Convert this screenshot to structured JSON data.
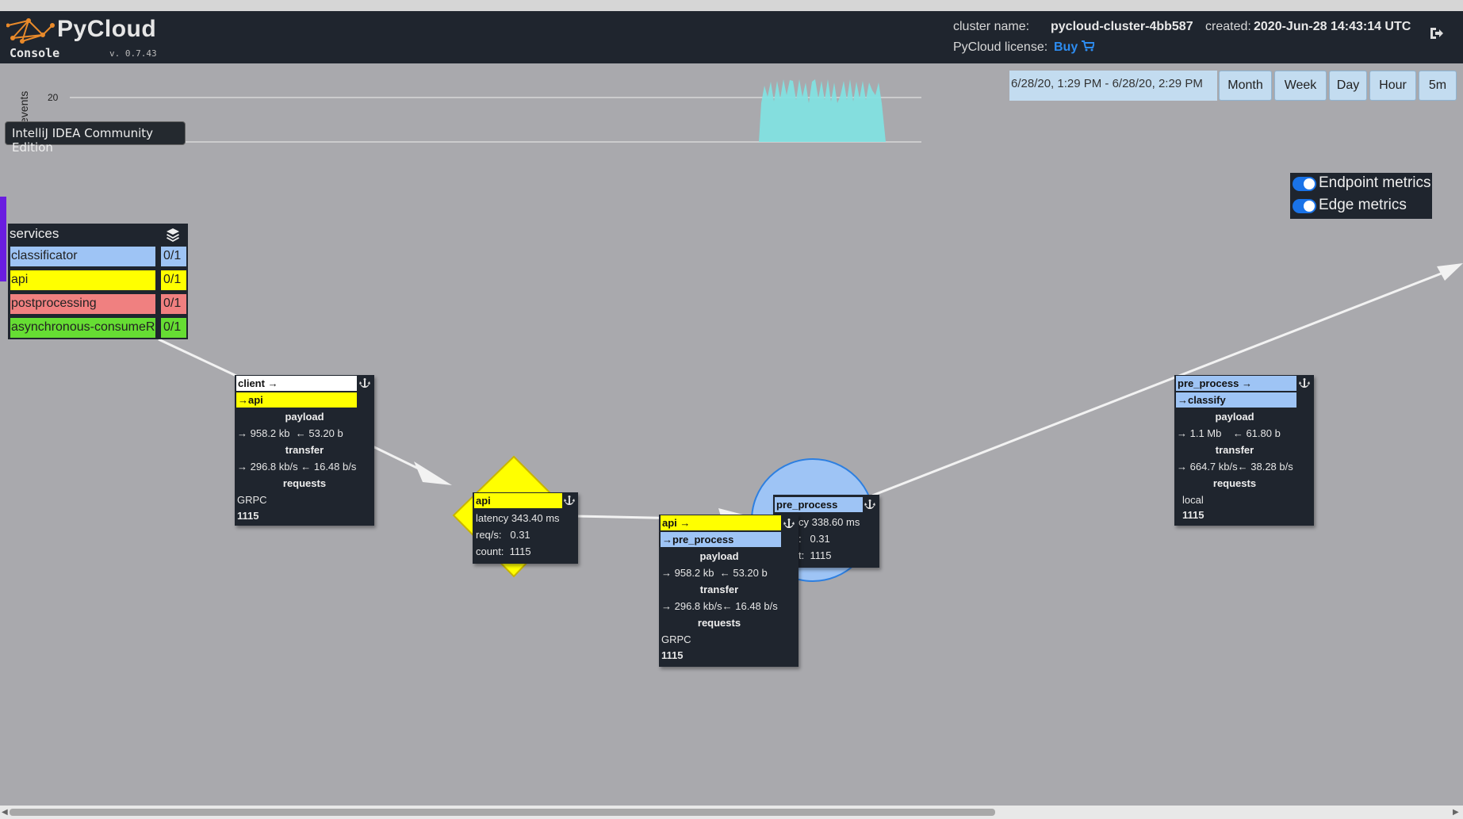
{
  "header": {
    "app_name": "PyCloud",
    "subtitle": "Console",
    "version": "v. 0.7.43",
    "cluster_label": "cluster name:",
    "cluster_name": "pycloud-cluster-4bb587",
    "created_label": "created:",
    "created_value": "2020-Jun-28 14:43:14 UTC",
    "license_label": "PyCloud license:",
    "buy_label": "Buy"
  },
  "timeline": {
    "axis_label": "events",
    "tick_value": "20",
    "color": "#7fe3e3"
  },
  "tooltip": {
    "text": "IntelliJ IDEA Community Edition"
  },
  "time_range": {
    "range_text": "6/28/20, 1:29 PM - 6/28/20, 2:29 PM",
    "buttons": [
      "Month",
      "Week",
      "Day",
      "Hour",
      "5m"
    ]
  },
  "metrics_toggles": {
    "endpoint_label": "Endpoint metrics",
    "edge_label": "Edge metrics",
    "endpoint_on": true,
    "edge_on": true
  },
  "services": {
    "title": "services",
    "items": [
      {
        "name": "classificator",
        "count": "0/1",
        "color": "#9ec4f5"
      },
      {
        "name": "api",
        "count": "0/1",
        "color": "#ffff00"
      },
      {
        "name": "postprocessing",
        "count": "0/1",
        "color": "#f08080"
      },
      {
        "name": "asynchronous-consumeR",
        "count": "0/1",
        "color": "#66dd33"
      }
    ]
  },
  "edge_client_api": {
    "from": "client",
    "to": "api",
    "payload_label": "payload",
    "payload_out": "958.2 kb",
    "payload_in": "53.20 b",
    "transfer_label": "transfer",
    "transfer_out": "296.8 kb/s",
    "transfer_in": "16.48 b/s",
    "requests_label": "requests",
    "protocol": "GRPC",
    "count": "1115"
  },
  "node_api": {
    "name": "api",
    "latency_label": "latency",
    "latency": "343.40 ms",
    "reqs_label": "req/s:",
    "reqs": "0.31",
    "count_label": "count:",
    "count": "1115"
  },
  "edge_api_pre": {
    "from": "api",
    "to": "pre_process",
    "payload_label": "payload",
    "payload_out": "958.2 kb",
    "payload_in": "53.20 b",
    "transfer_label": "transfer",
    "transfer_out": "296.8 kb/s",
    "transfer_in": "16.48 b/s",
    "requests_label": "requests",
    "protocol": "GRPC",
    "count": "1115"
  },
  "node_pre": {
    "name": "pre_process",
    "latency_partial": "cy",
    "latency": "338.60 ms",
    "reqs_partial": ":",
    "reqs": "0.31",
    "count_partial": "t:",
    "count": "1115"
  },
  "edge_pre_classify": {
    "from": "pre_process",
    "to": "classify",
    "payload_label": "payload",
    "payload_out": "1.1 Mb",
    "payload_in": "61.80 b",
    "transfer_label": "transfer",
    "transfer_out": "664.7 kb/s",
    "transfer_in": "38.28 b/s",
    "requests_label": "requests",
    "protocol": "local",
    "count": "1115"
  },
  "colors": {
    "header_bg": "#1f252e",
    "canvas_bg": "#a9a9ad",
    "api_yellow": "#ffff00",
    "classificator_blue": "#9ec4f5",
    "buy_blue": "#2d8cf0"
  }
}
